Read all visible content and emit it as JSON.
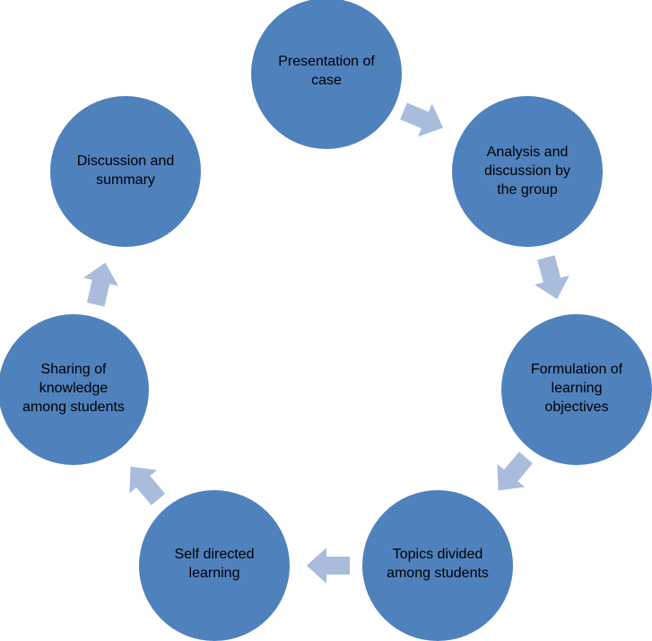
{
  "colors": {
    "node_fill": "#4f81bd",
    "arrow_fill": "#a9bcdc",
    "label_text": "#000000",
    "background": "#ffffff"
  },
  "cycle": {
    "steps": [
      {
        "label": "Presentation of\ncase"
      },
      {
        "label": "Analysis and\ndiscussion by\nthe group"
      },
      {
        "label": "Formulation of\nlearning\nobjectives"
      },
      {
        "label": "Topics divided\namong students"
      },
      {
        "label": "Self directed\nlearning"
      },
      {
        "label": "Sharing of\nknowledge\namong students"
      },
      {
        "label": "Discussion and\nsummary"
      }
    ],
    "connector_icon": "arrow-right-icon"
  }
}
